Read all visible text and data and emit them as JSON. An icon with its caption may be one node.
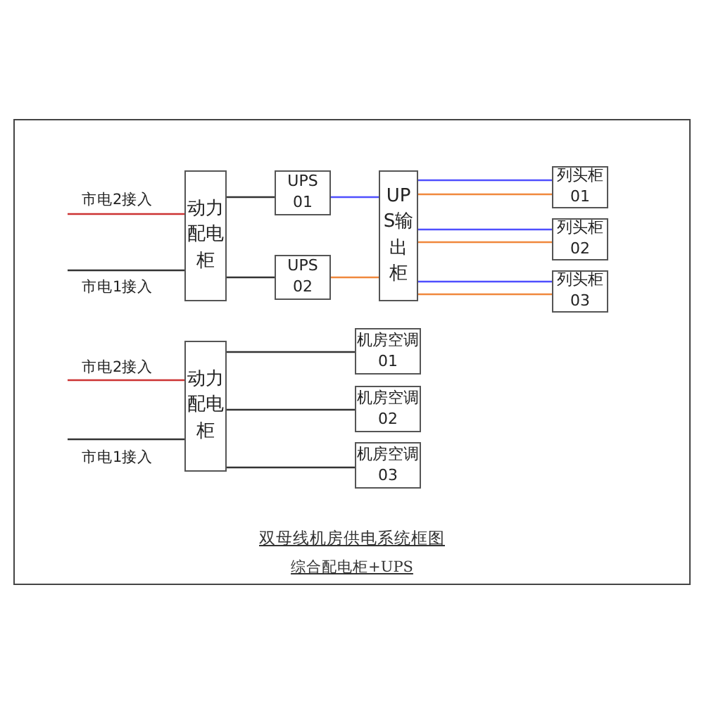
{
  "diagram": {
    "title": "双母线机房供电系统框图",
    "caption": "综合配电柜+UPS",
    "nodes": [
      {
        "text": [
          "动力配电柜"
        ]
      },
      {
        "text": [
          "UPS 01"
        ]
      },
      {
        "text": [
          "UPS 02"
        ]
      },
      {
        "text": [
          "UPS输出柜"
        ]
      },
      {
        "text": [
          "列头柜 01"
        ]
      },
      {
        "text": [
          "列头柜 02"
        ]
      },
      {
        "text": [
          "列头柜 03"
        ]
      },
      {
        "text": [
          "动力配电柜"
        ]
      },
      {
        "text": [
          "机房空调 01"
        ]
      },
      {
        "text": [
          "机房空调 02"
        ]
      },
      {
        "text": [
          "机房空调 03"
        ]
      }
    ],
    "edges": [
      {
        "from": null,
        "to": 0,
        "arrow": "none",
        "label": "市电2接入",
        "color": "#cc3333"
      },
      {
        "from": null,
        "to": 0,
        "arrow": "none",
        "label": "市电1接入"
      },
      {
        "from": 0,
        "to": 1,
        "arrow": "none"
      },
      {
        "from": 0,
        "to": 2,
        "arrow": "none"
      },
      {
        "from": 1,
        "to": 3,
        "arrow": "none",
        "color": "#4f4fff"
      },
      {
        "from": 2,
        "to": 3,
        "arrow": "none",
        "color": "#f0883c"
      },
      {
        "from": 3,
        "to": 4,
        "arrow": "none",
        "color": "#4f4fff"
      },
      {
        "from": 3,
        "to": 4,
        "arrow": "none",
        "color": "#f0883c"
      },
      {
        "from": 3,
        "to": 5,
        "arrow": "none",
        "color": "#4f4fff"
      },
      {
        "from": 3,
        "to": 5,
        "arrow": "none",
        "color": "#f0883c"
      },
      {
        "from": 3,
        "to": 6,
        "arrow": "none",
        "color": "#4f4fff"
      },
      {
        "from": 3,
        "to": 6,
        "arrow": "none",
        "color": "#f0883c"
      },
      {
        "from": null,
        "to": 7,
        "arrow": "none",
        "label": "市电2接入",
        "color": "#cc3333"
      },
      {
        "from": null,
        "to": 7,
        "arrow": "none",
        "label": "市电1接入"
      },
      {
        "from": 7,
        "to": 8,
        "arrow": "none"
      },
      {
        "from": 7,
        "to": 9,
        "arrow": "none"
      },
      {
        "from": 7,
        "to": 10,
        "arrow": "none"
      }
    ]
  }
}
